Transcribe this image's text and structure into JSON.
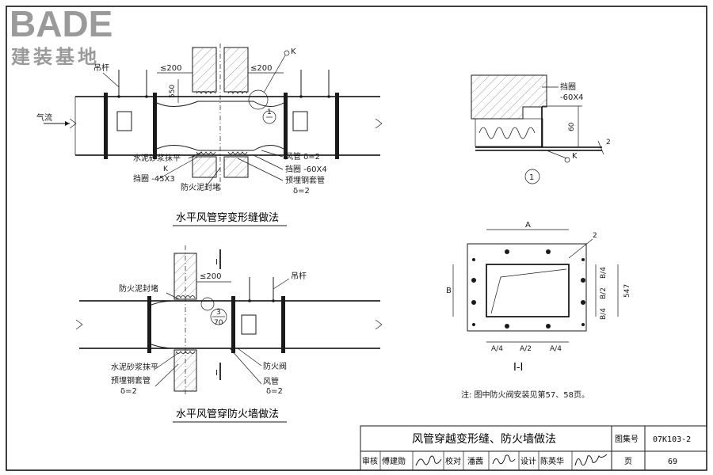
{
  "logo": {
    "brand": "BADE",
    "subtitle": "建装基地"
  },
  "figure_top": {
    "caption": "水平风管穿变形缝做法",
    "airflow": "气流",
    "hanger": "吊杆",
    "dim_left": "≤200",
    "dim_right": "≤200",
    "dim_vertical": "550",
    "detail_marker": "1",
    "k_mark": "K",
    "mortar": "水泥砂浆抹平",
    "k_mark_small": "K",
    "retaining_ring": "挡圈 -45X3",
    "fire_mud": "防火泥封堵",
    "duct": "风管 δ=2",
    "ring_60": "挡圈 -60X4",
    "embedded_sleeve": "预埋钢套管",
    "sleeve_delta": "δ=2"
  },
  "detail_1": {
    "label": "挡圈",
    "ring_size": "-60X4",
    "dim_60": "60",
    "dim_2": "2",
    "k_mark": "K",
    "marker": "1"
  },
  "figure_bottom": {
    "caption": "水平风管穿防火墙做法",
    "section_mark_top": "I",
    "section_mark_bottom": "I",
    "dim_left": "≤200",
    "hanger": "吊杆",
    "fire_mud": "防火泥封堵",
    "callout_top": "3",
    "callout_bottom": "70",
    "mortar": "水泥砂浆抹平",
    "embedded_sleeve": "预埋钢套管",
    "sleeve_delta": "δ=2",
    "fire_damper": "防火阀",
    "duct": "风管",
    "duct_delta": "δ=2"
  },
  "section_i": {
    "dim_a": "A",
    "dim_b": "B",
    "dim_2": "2",
    "b4_top": "B/4",
    "b2": "B/2",
    "b4_bottom": "B/4",
    "dim_547": "547",
    "a4_left": "A/4",
    "a2": "A/2",
    "a4_right": "A/4",
    "title": "I-I"
  },
  "note": "注: 图中防火阀安装见第57、58页。",
  "title_block": {
    "title": "风管穿越变形缝、防火墙做法",
    "atlas_label": "图集号",
    "atlas_no": "07K103-2",
    "review_label": "审核",
    "reviewer": "傅建勋",
    "check_label": "校对",
    "checker": "潘茜",
    "design_label": "设计",
    "designer": "陈英华",
    "page_label": "页",
    "page_no": "69"
  }
}
